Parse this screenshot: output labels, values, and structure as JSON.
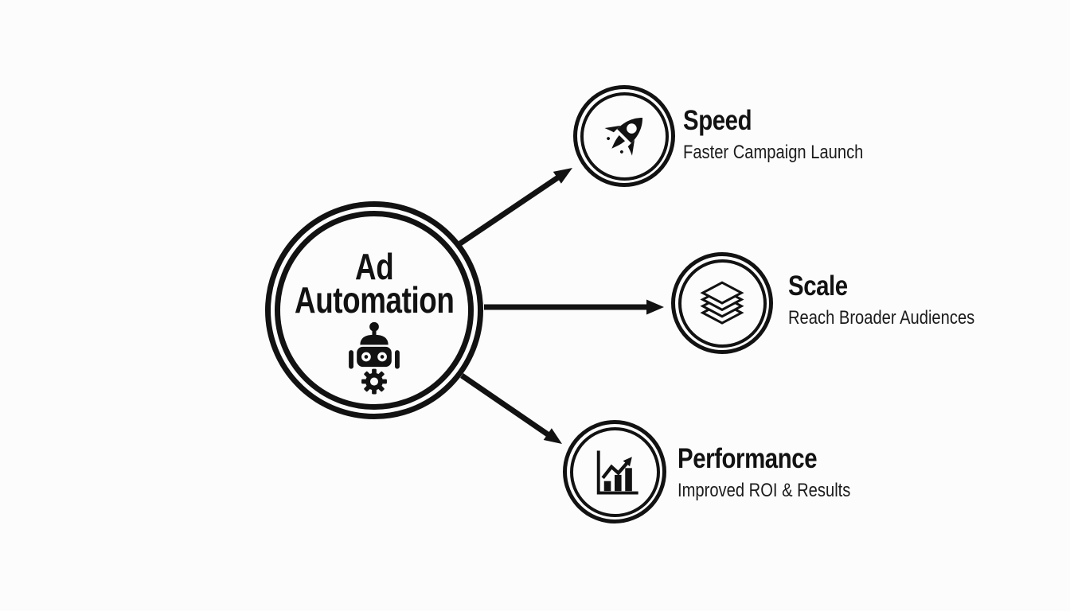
{
  "colors": {
    "background": "#fcfcfc",
    "ink": "#121212"
  },
  "center_node": {
    "label_line1": "Ad",
    "label_line2": "Automation",
    "icon": "robot-icon"
  },
  "benefits": [
    {
      "title": "Speed",
      "subtitle": "Faster Campaign Launch",
      "icon": "rocket-icon"
    },
    {
      "title": "Scale",
      "subtitle": "Reach Broader Audiences",
      "icon": "layers-icon"
    },
    {
      "title": "Performance",
      "subtitle": "Improved ROI & Results",
      "icon": "bar-chart-icon"
    }
  ]
}
